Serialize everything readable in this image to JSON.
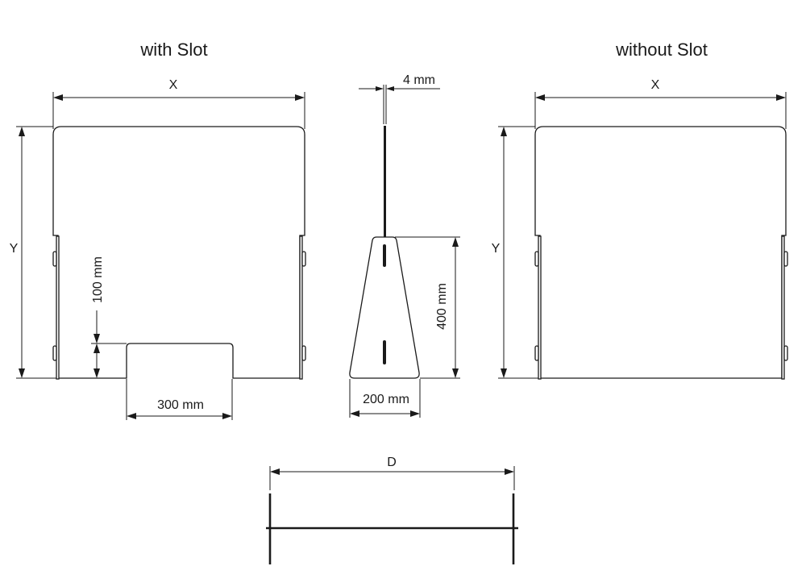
{
  "views": {
    "with_slot": {
      "title": "with Slot",
      "width_label": "X",
      "height_label": "Y",
      "slot_height_label": "100 mm",
      "slot_width_label": "300 mm"
    },
    "side": {
      "thickness_label": "4 mm",
      "foot_height_label": "400 mm",
      "foot_width_label": "200 mm"
    },
    "without_slot": {
      "title": "without Slot",
      "width_label": "X",
      "height_label": "Y"
    },
    "top": {
      "depth_label": "D"
    }
  },
  "colors": {
    "line": "#1a1a1a",
    "background": "#ffffff"
  }
}
